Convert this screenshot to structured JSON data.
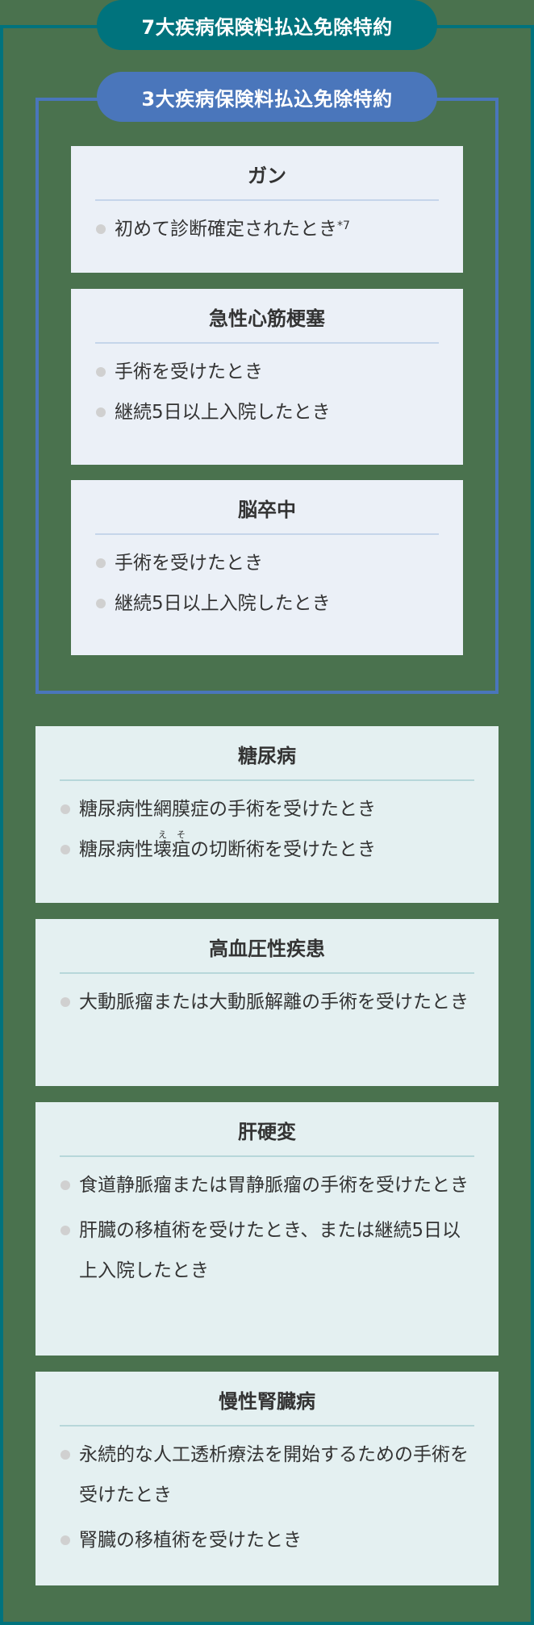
{
  "outer": {
    "title": "7大疾病保険料払込免除特約",
    "border_color": "#00737d"
  },
  "inner": {
    "title": "3大疾病保険料払込免除特約",
    "border_color": "#4a76bb"
  },
  "three_diseases": [
    {
      "title": "ガン",
      "items": [
        {
          "text": "初めて診断確定されたとき",
          "note": "*7"
        }
      ]
    },
    {
      "title": "急性心筋梗塞",
      "items": [
        {
          "text": "手術を受けたとき"
        },
        {
          "text": "継続5日以上入院したとき"
        }
      ]
    },
    {
      "title": "脳卒中",
      "items": [
        {
          "text": "手術を受けたとき"
        },
        {
          "text": "継続5日以上入院したとき"
        }
      ]
    }
  ],
  "other_diseases": [
    {
      "title": "糖尿病",
      "items": [
        {
          "text": "糖尿病性網膜症の手術を受けたとき"
        },
        {
          "prefix": "糖尿病性",
          "ruby1": "壊",
          "ruby1_rt": "え",
          "ruby2": "疽",
          "ruby2_rt": "そ",
          "suffix": "の切断術を受けたとき"
        }
      ]
    },
    {
      "title": "高血圧性疾患",
      "items": [
        {
          "text": "大動脈瘤または大動脈解離の手術を受けたとき"
        }
      ]
    },
    {
      "title": "肝硬変",
      "items": [
        {
          "text": "食道静脈瘤または胃静脈瘤の手術を受けたとき"
        },
        {
          "text": "肝臓の移植術を受けたとき、または継続5日以上入院したとき"
        }
      ]
    },
    {
      "title": "慢性腎臓病",
      "items": [
        {
          "text": "永続的な人工透析療法を開始するための手術を受けたとき"
        },
        {
          "text": "腎臓の移植術を受けたとき"
        }
      ]
    }
  ]
}
